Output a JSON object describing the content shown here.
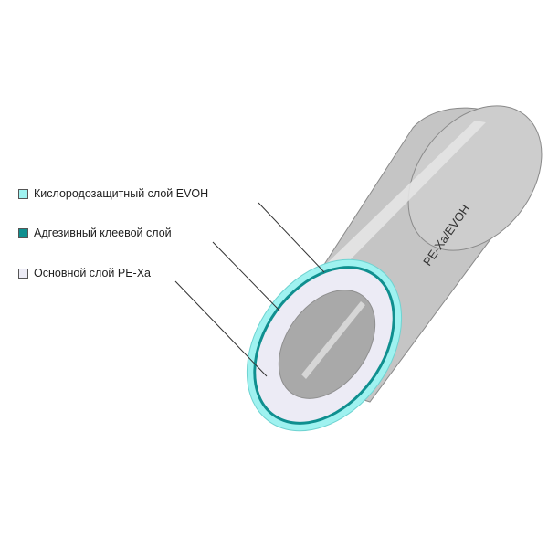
{
  "legend": [
    {
      "label": "Кислородозащитный слой EVOH",
      "color": "#9ff2f0"
    },
    {
      "label": "Адгезивный клеевой слой",
      "color": "#0f8f8f"
    },
    {
      "label": "Основной слой PE-Xa",
      "color": "#ecebf5"
    }
  ],
  "pipe": {
    "marking": "PE-Xa/EVOH",
    "colors": {
      "body": "#c5c5c5",
      "body_edge": "#8a8a8a",
      "highlight": "#e2e2e2",
      "evoh": "#9ff2f0",
      "adhesive": "#0f8f8f",
      "pexa": "#ecebf5",
      "bore": "#a9a9a9",
      "leader": "#333333"
    }
  }
}
